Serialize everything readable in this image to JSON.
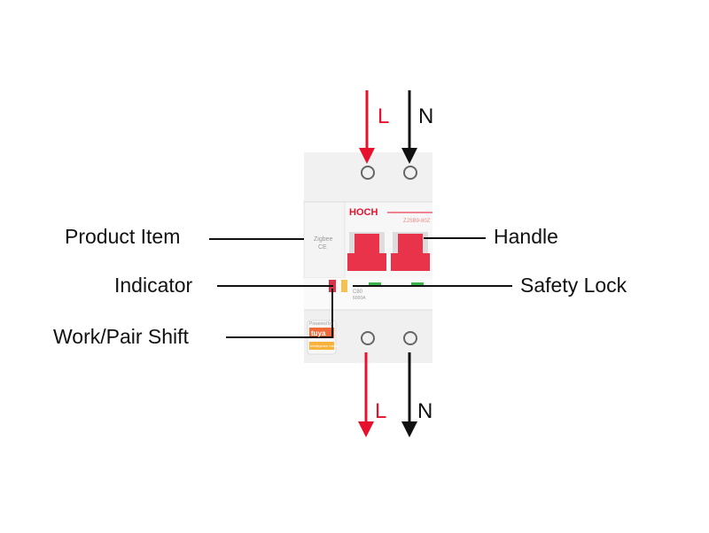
{
  "labels": {
    "product_item": "Product Item",
    "handle": "Handle",
    "indicator": "Indicator",
    "safety_lock": "Safety Lock",
    "work_pair_shift": "Work/Pair Shift"
  },
  "wiring": {
    "top_live": "L",
    "top_neutral": "N",
    "bottom_live": "L",
    "bottom_neutral": "N"
  },
  "device": {
    "brand": "HOCH",
    "model": "ZJSB9-80Z",
    "module": "Zigbee",
    "mark": "CE",
    "rating": "C80",
    "capacity": "6000A",
    "powered_by": "Powered by",
    "platform": "tuya",
    "tagline": "Intelligence Inside"
  },
  "colors": {
    "live": "#e8112d",
    "neutral": "#111111",
    "handle": "#e8334a"
  }
}
